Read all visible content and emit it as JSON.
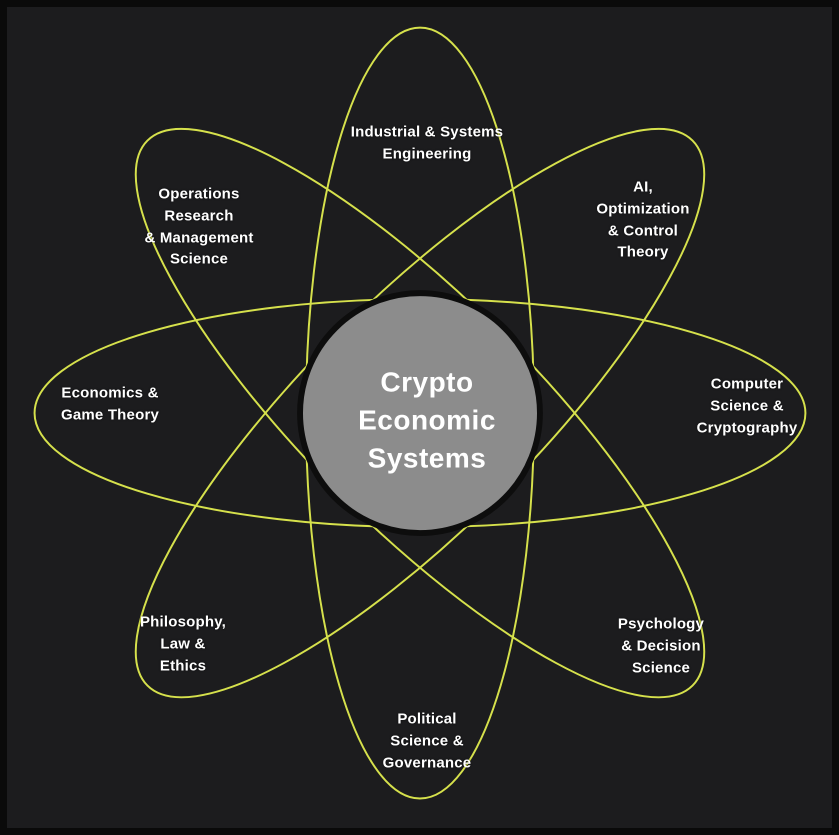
{
  "diagram": {
    "title": "Crypto\nEconomic\nSystems",
    "petals": [
      {
        "id": "industrial-systems-engineering",
        "position": "top",
        "label": "Industrial & Systems\nEngineering"
      },
      {
        "id": "ai-optimization-control-theory",
        "position": "top-right",
        "label": "AI,\nOptimization\n& Control\nTheory"
      },
      {
        "id": "computer-science-cryptography",
        "position": "right",
        "label": "Computer\nScience &\nCryptography"
      },
      {
        "id": "psychology-decision-science",
        "position": "bottom-right",
        "label": "Psychology\n& Decision\nScience"
      },
      {
        "id": "political-science-governance",
        "position": "bottom",
        "label": "Political\nScience &\nGovernance"
      },
      {
        "id": "philosophy-law-ethics",
        "position": "bottom-left",
        "label": "Philosophy,\nLaw &\nEthics"
      },
      {
        "id": "economics-game-theory",
        "position": "left",
        "label": "Economics &\nGame Theory"
      },
      {
        "id": "operations-research-management",
        "position": "top-left",
        "label": "Operations\nResearch\n& Management\nScience"
      }
    ],
    "colors": {
      "background": "#1c1c1e",
      "frame": "#0a0a0a",
      "petal_stroke": "#d6e14c",
      "center_fill": "#8c8c8c",
      "center_stroke": "#0d0d0d",
      "text": "#ffffff"
    }
  }
}
